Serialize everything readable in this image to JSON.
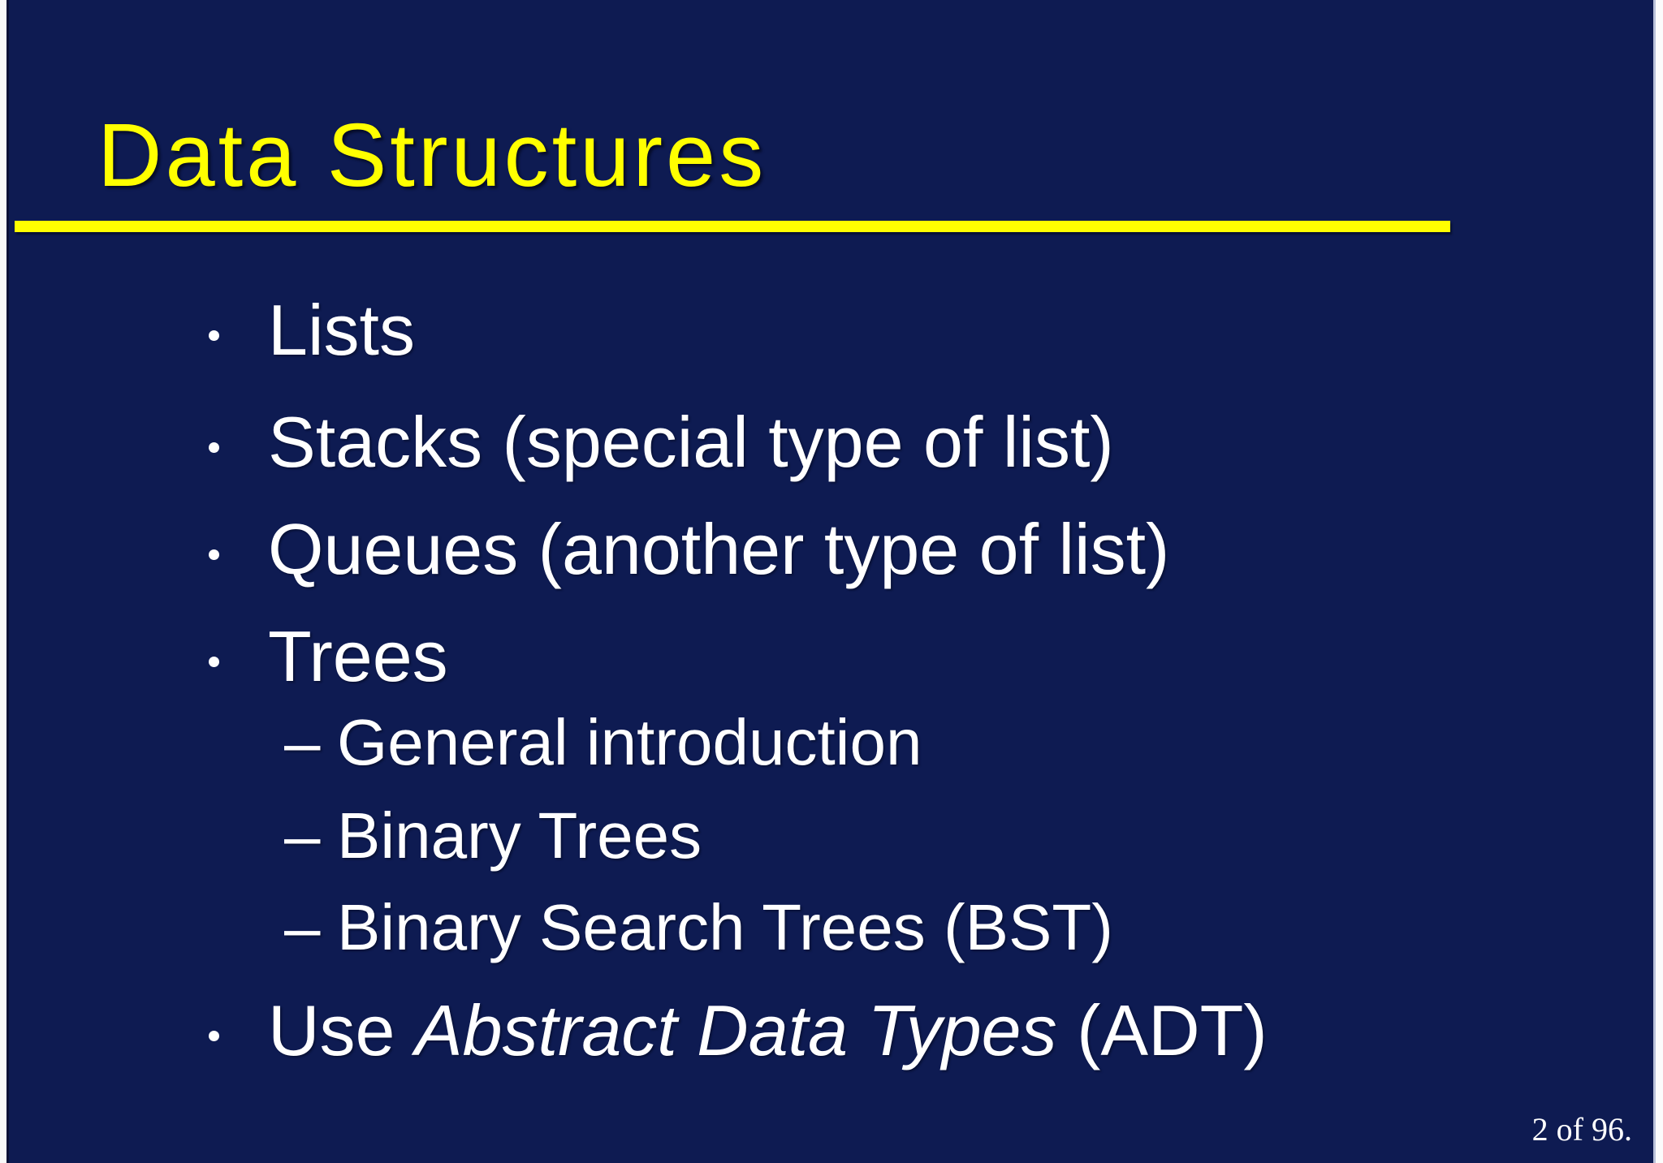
{
  "slide": {
    "title": "Data Structures",
    "markers": {
      "level1": "•",
      "level2": "–"
    },
    "bullets": [
      {
        "level": 1,
        "text": "Lists"
      },
      {
        "level": 1,
        "text": "Stacks (special type of list)"
      },
      {
        "level": 1,
        "text": "Queues (another type of list)"
      },
      {
        "level": 1,
        "text": "Trees"
      },
      {
        "level": 2,
        "text": "General introduction"
      },
      {
        "level": 2,
        "text": "Binary Trees"
      },
      {
        "level": 2,
        "text": "Binary Search Trees (BST)"
      },
      {
        "level": 1,
        "parts": [
          {
            "text": "Use "
          },
          {
            "text": "Abstract Data Types",
            "italic": true
          },
          {
            "text": " (ADT)"
          }
        ]
      }
    ],
    "page_indicator": "2 of 96.",
    "colors": {
      "background": "#0e1b52",
      "title_yellow": "#ffff00",
      "rule_yellow": "#ffff00",
      "body_text": "#ffffff"
    }
  }
}
